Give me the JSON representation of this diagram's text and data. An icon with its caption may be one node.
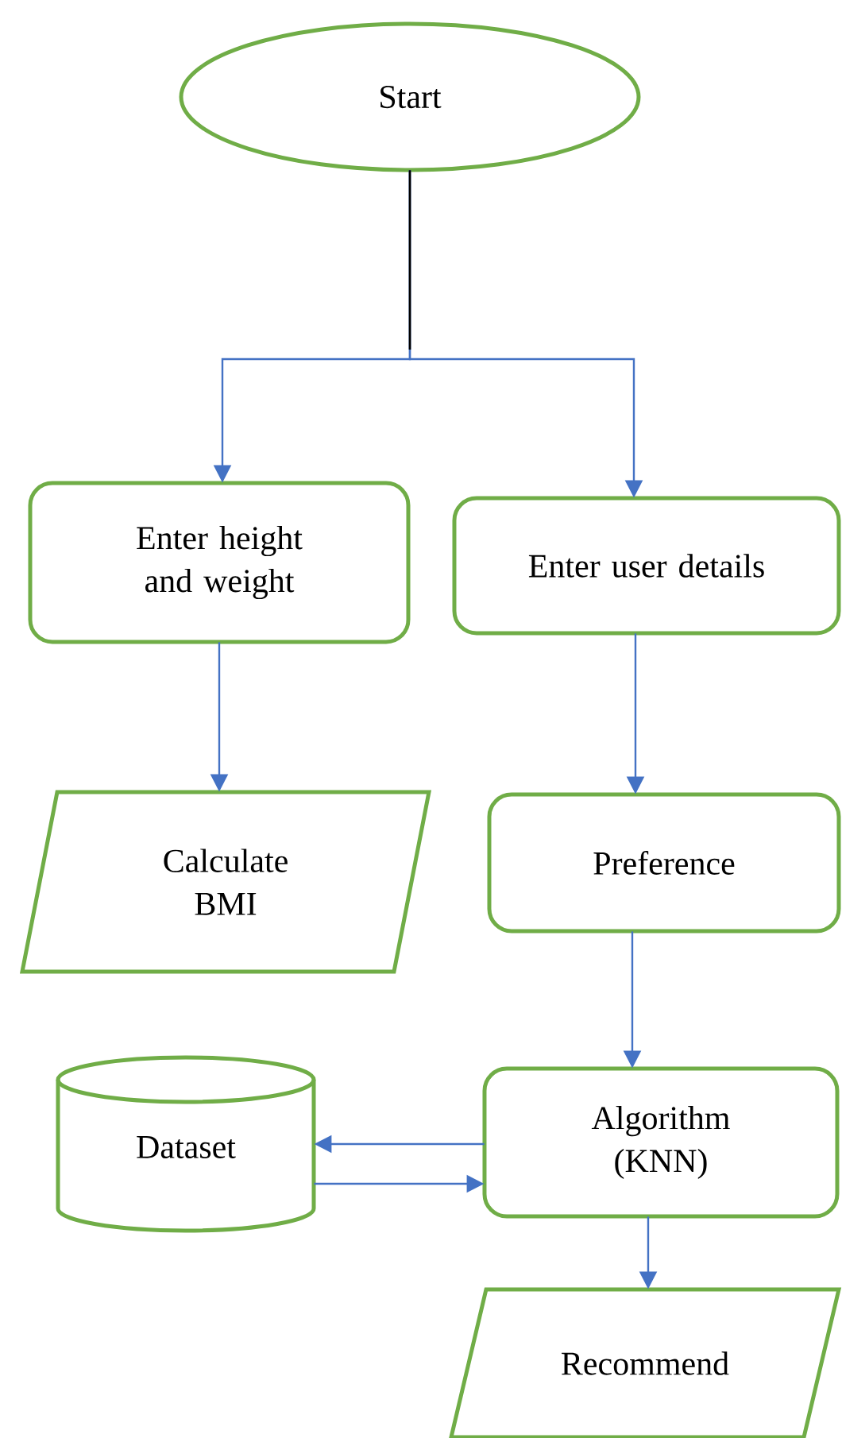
{
  "diagram": {
    "nodes": [
      {
        "text": [
          "Start"
        ]
      },
      {
        "text": [
          "Enter height and weight"
        ]
      },
      {
        "text": [
          "Enter user details"
        ]
      },
      {
        "text": [
          "Calculate BMI"
        ]
      },
      {
        "text": [
          "Preference"
        ]
      },
      {
        "text": [
          "Dataset"
        ]
      },
      {
        "text": [
          "Algorithm (KNN)"
        ]
      },
      {
        "text": [
          "Recommend"
        ]
      }
    ],
    "edges": [
      {
        "from": 0,
        "to": 1,
        "arrow": "to"
      },
      {
        "from": 0,
        "to": 2,
        "arrow": "to"
      },
      {
        "from": 1,
        "to": 3,
        "arrow": "to"
      },
      {
        "from": 2,
        "to": 4,
        "arrow": "to"
      },
      {
        "from": 4,
        "to": 6,
        "arrow": "to"
      },
      {
        "from": 6,
        "to": 5,
        "arrow": "to"
      },
      {
        "from": 5,
        "to": 6,
        "arrow": "to"
      },
      {
        "from": 6,
        "to": 7,
        "arrow": "to"
      }
    ]
  }
}
